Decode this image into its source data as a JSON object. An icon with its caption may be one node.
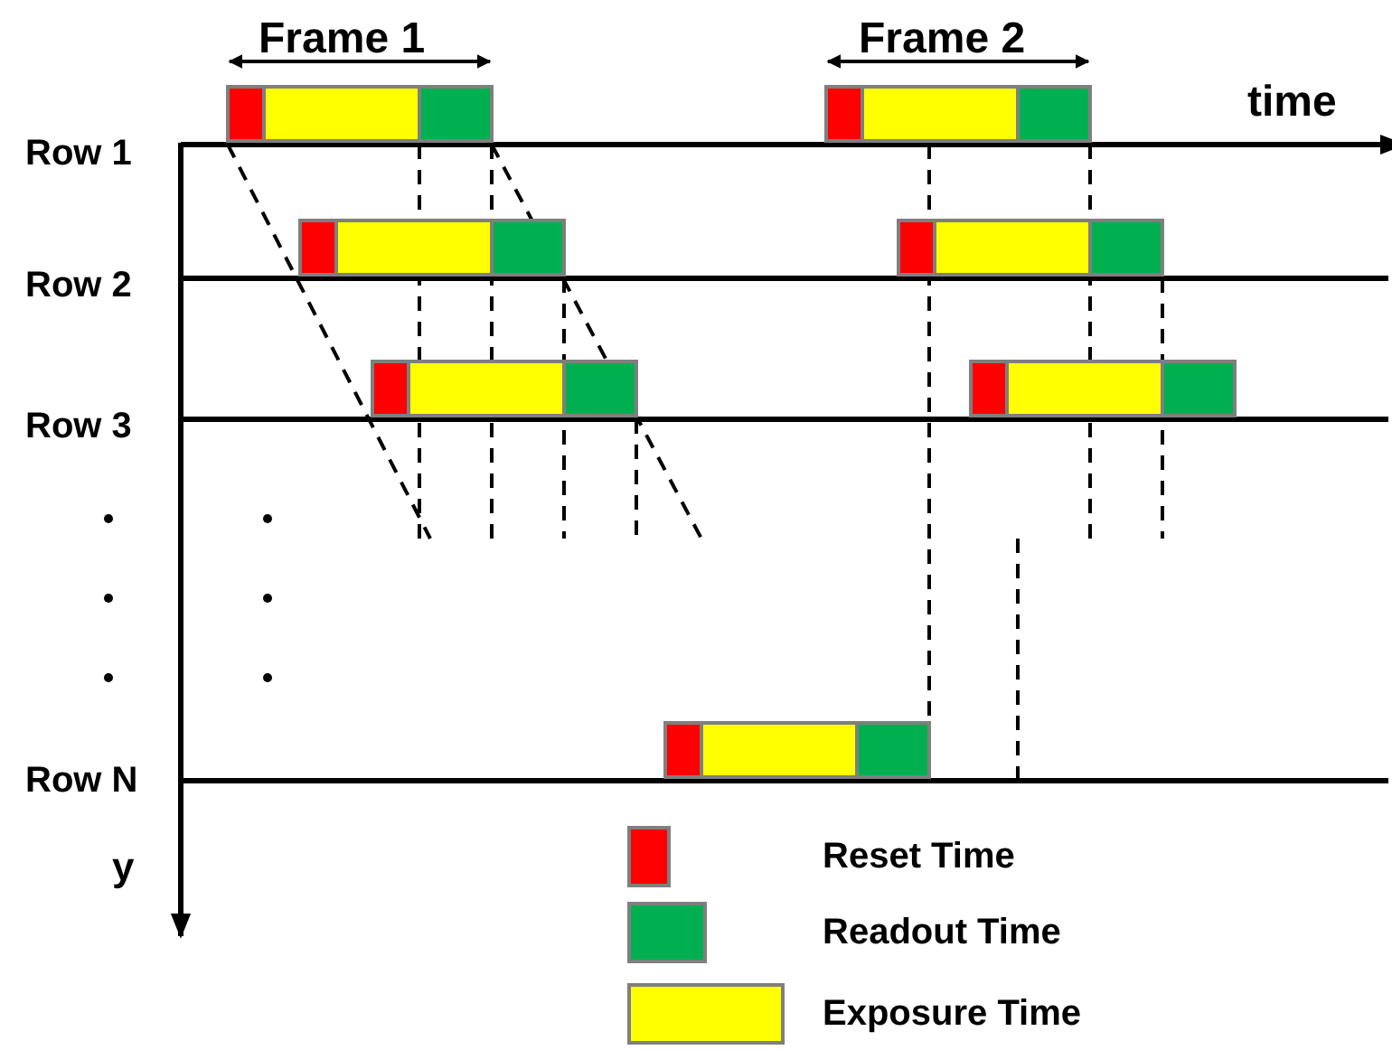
{
  "diagram": {
    "labels": [
      "Frame 1",
      "Frame 2",
      "time",
      "Row 1",
      "Row 2",
      "Row 3",
      "Row N",
      "y"
    ],
    "legend": [
      {
        "text": "Reset Time",
        "color": "#ff0000"
      },
      {
        "text": "Readout Time",
        "color": "#00b050"
      },
      {
        "text": "Exposure Time",
        "color": "#ffff00"
      }
    ]
  }
}
